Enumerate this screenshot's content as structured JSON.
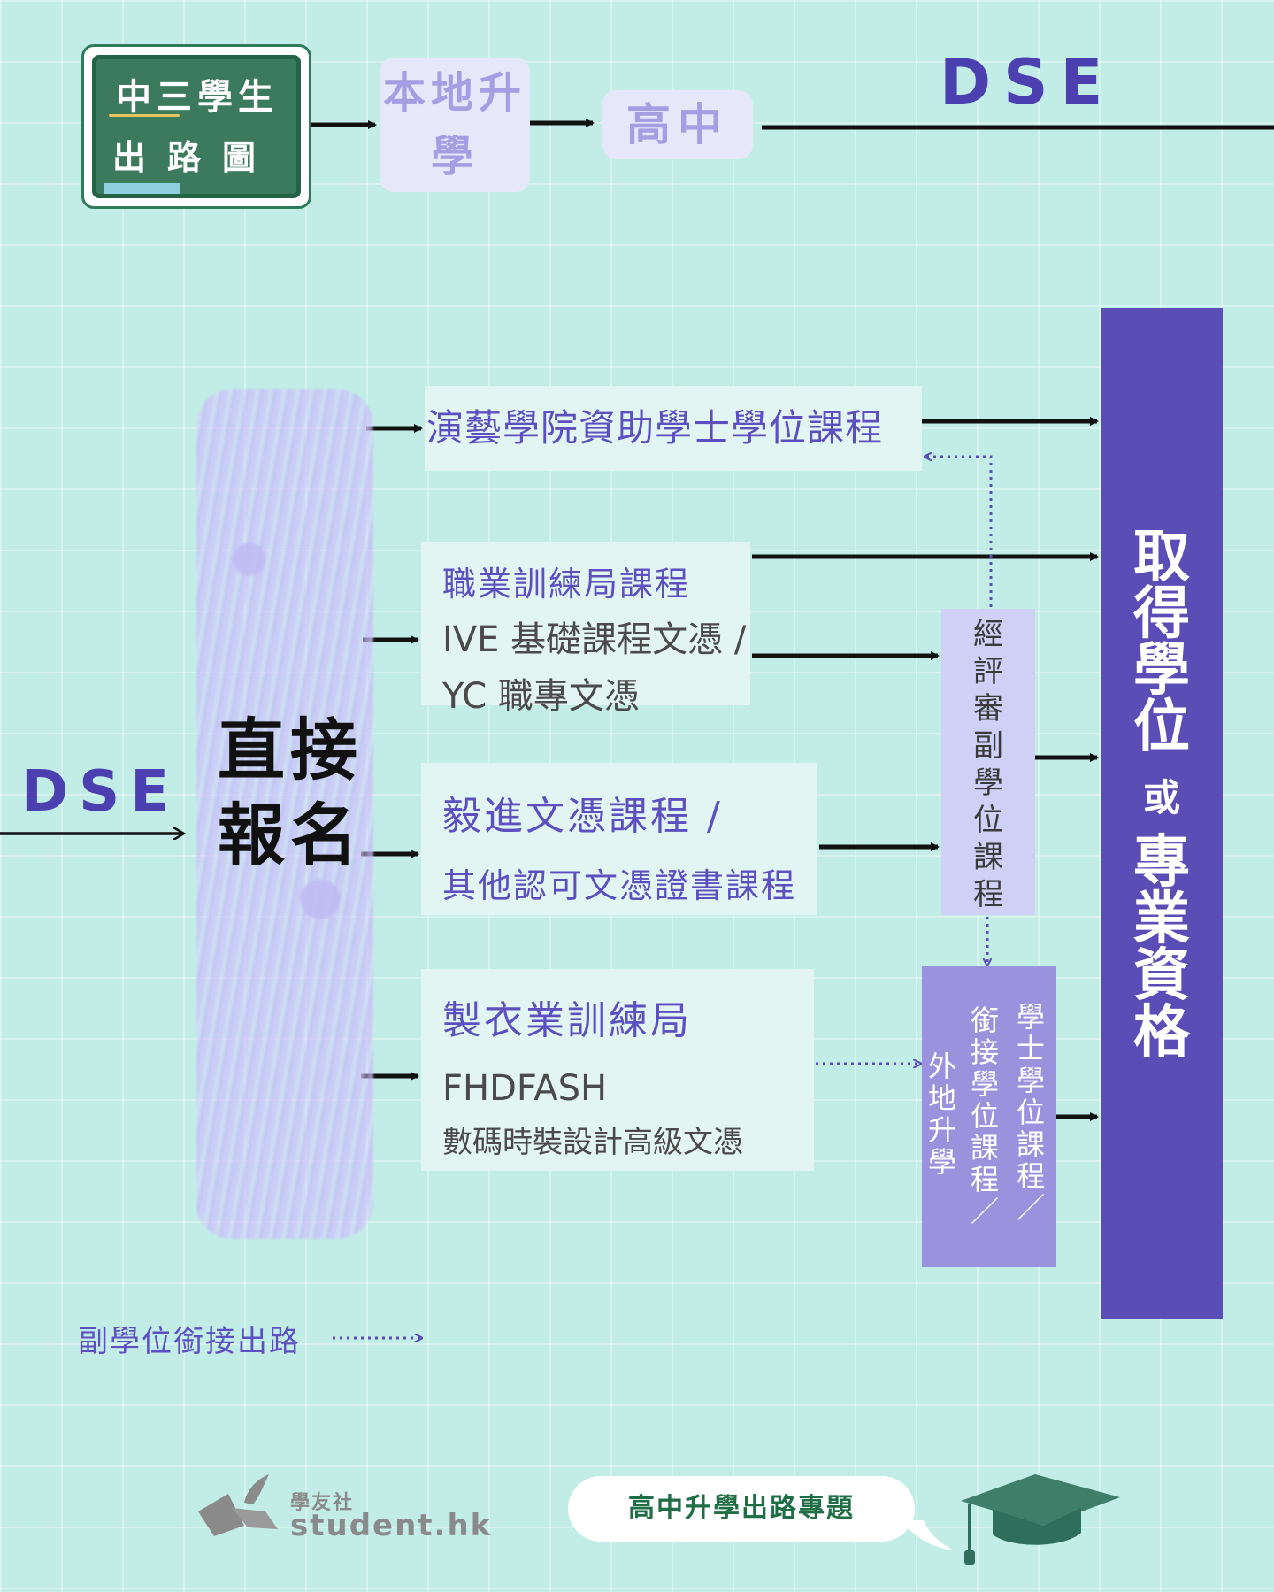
{
  "title_board": {
    "line1": "中三學生",
    "line2": "出路圖"
  },
  "top_flow": {
    "local": "本地升學",
    "high_school": "高中",
    "dse": "DSE"
  },
  "dse_left": "DSE",
  "direct_apply": "直接報名",
  "courses": {
    "apa": "演藝學院資助學士學位課程",
    "vtc_title": "職業訓練局課程",
    "vtc_line1": "IVE 基礎課程文憑 /",
    "vtc_line2": "YC 職專文憑",
    "yj_title": "毅進文憑課程 /",
    "yj_sub": "其他認可文憑證書課程",
    "clot_title": "製衣業訓練局",
    "clot_code": "FHDFASH",
    "clot_sub": "數碼時裝設計高級文憑"
  },
  "associate": "經評審副學位課程",
  "further": {
    "col1": "學士學位課程／",
    "col2": "銜接學位課程／",
    "col3": "外地升學"
  },
  "result": {
    "part1": "取得學位",
    "or": "或",
    "part2": "專業資格"
  },
  "legend": "副學位銜接出路",
  "footer": {
    "logo_cn": "學友社",
    "logo_en": "student.hk",
    "topic": "高中升學出路專題"
  },
  "colors": {
    "primary": "#5a4db6",
    "pill_text": "#a59ee2",
    "background": "#c2ede6",
    "board": "#3c7a5e"
  },
  "icons": [
    "graduation-cap-icon",
    "logo-icon"
  ]
}
